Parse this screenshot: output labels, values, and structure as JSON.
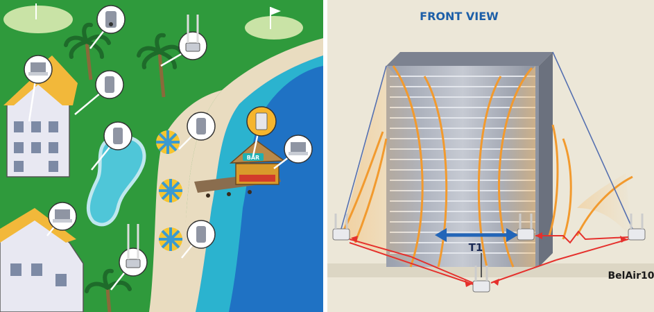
{
  "left_panel": {
    "bar_sign": "BAR"
  },
  "right_panel": {
    "title": "FRONT VIEW",
    "link_label": "T1",
    "brand_label": "BelAir10"
  },
  "colors": {
    "grass": "#2f9a3c",
    "sand": "#e9dcc0",
    "water_deep": "#1f72c4",
    "water_shallow": "#2bb3cf",
    "pool": "#4fc6d8",
    "title_blue": "#1d5fa8",
    "signal_orange": "#f29a2e",
    "link_red": "#e5302c",
    "link_blue": "#2265b8",
    "background": "#ece7d8"
  },
  "icons": [
    "palm-tree-icon",
    "beach-umbrella-icon",
    "laptop-icon",
    "handheld-device-icon",
    "wireless-access-point-icon",
    "golf-flag-icon",
    "hotel-building-icon",
    "beach-bar-icon",
    "double-arrow-icon"
  ]
}
